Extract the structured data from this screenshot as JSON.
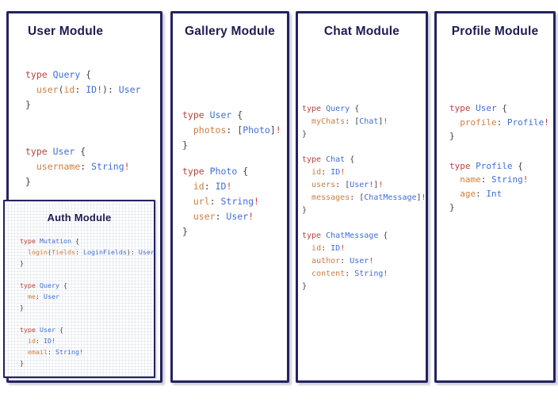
{
  "colors": {
    "page": "#ffffff",
    "border": "#23235f",
    "title": "#1c1c52",
    "keyword": "#b5443c",
    "type": "#3f6ed6",
    "field": "#cd7e3f",
    "punct": "#41434b",
    "bang": "#c43f3a"
  },
  "panels": [
    {
      "title": "User Module",
      "blocks": [
        [
          [
            {
              "c": "k",
              "t": "type "
            },
            {
              "c": "t",
              "t": "Query "
            },
            {
              "c": "p",
              "t": "{"
            }
          ],
          [
            {
              "c": "p",
              "t": "  "
            },
            {
              "c": "f",
              "t": "user"
            },
            {
              "c": "p",
              "t": "("
            },
            {
              "c": "f",
              "t": "id"
            },
            {
              "c": "p",
              "t": ": "
            },
            {
              "c": "t",
              "t": "ID"
            },
            {
              "c": "r",
              "t": "!"
            },
            {
              "c": "p",
              "t": "): "
            },
            {
              "c": "t",
              "t": "User"
            }
          ],
          [
            {
              "c": "p",
              "t": "}"
            }
          ]
        ],
        [
          [
            {
              "c": "k",
              "t": "type "
            },
            {
              "c": "t",
              "t": "User "
            },
            {
              "c": "p",
              "t": "{"
            }
          ],
          [
            {
              "c": "p",
              "t": "  "
            },
            {
              "c": "f",
              "t": "username"
            },
            {
              "c": "p",
              "t": ": "
            },
            {
              "c": "t",
              "t": "String"
            },
            {
              "c": "r",
              "t": "!"
            }
          ],
          [
            {
              "c": "p",
              "t": "}"
            }
          ]
        ]
      ]
    },
    {
      "title": "Gallery Module",
      "blocks": [
        [
          [
            {
              "c": "k",
              "t": "type "
            },
            {
              "c": "t",
              "t": "User "
            },
            {
              "c": "p",
              "t": "{"
            }
          ],
          [
            {
              "c": "p",
              "t": "  "
            },
            {
              "c": "f",
              "t": "photos"
            },
            {
              "c": "p",
              "t": ": ["
            },
            {
              "c": "t",
              "t": "Photo"
            },
            {
              "c": "p",
              "t": "]"
            },
            {
              "c": "r",
              "t": "!"
            }
          ],
          [
            {
              "c": "p",
              "t": "}"
            }
          ]
        ],
        [
          [
            {
              "c": "k",
              "t": "type "
            },
            {
              "c": "t",
              "t": "Photo "
            },
            {
              "c": "p",
              "t": "{"
            }
          ],
          [
            {
              "c": "p",
              "t": "  "
            },
            {
              "c": "f",
              "t": "id"
            },
            {
              "c": "p",
              "t": ": "
            },
            {
              "c": "t",
              "t": "ID"
            },
            {
              "c": "r",
              "t": "!"
            }
          ],
          [
            {
              "c": "p",
              "t": "  "
            },
            {
              "c": "f",
              "t": "url"
            },
            {
              "c": "p",
              "t": ": "
            },
            {
              "c": "t",
              "t": "String"
            },
            {
              "c": "r",
              "t": "!"
            }
          ],
          [
            {
              "c": "p",
              "t": "  "
            },
            {
              "c": "f",
              "t": "user"
            },
            {
              "c": "p",
              "t": ": "
            },
            {
              "c": "t",
              "t": "User"
            },
            {
              "c": "r",
              "t": "!"
            }
          ],
          [
            {
              "c": "p",
              "t": "}"
            }
          ]
        ]
      ]
    },
    {
      "title": "Chat Module",
      "blocks": [
        [
          [
            {
              "c": "k",
              "t": "type "
            },
            {
              "c": "t",
              "t": "Query "
            },
            {
              "c": "p",
              "t": "{"
            }
          ],
          [
            {
              "c": "p",
              "t": "  "
            },
            {
              "c": "f",
              "t": "myChats"
            },
            {
              "c": "p",
              "t": ": ["
            },
            {
              "c": "t",
              "t": "Chat"
            },
            {
              "c": "p",
              "t": "]"
            },
            {
              "c": "r",
              "t": "!"
            }
          ],
          [
            {
              "c": "p",
              "t": "}"
            }
          ]
        ],
        [
          [
            {
              "c": "k",
              "t": "type "
            },
            {
              "c": "t",
              "t": "Chat "
            },
            {
              "c": "p",
              "t": "{"
            }
          ],
          [
            {
              "c": "p",
              "t": "  "
            },
            {
              "c": "f",
              "t": "id"
            },
            {
              "c": "p",
              "t": ": "
            },
            {
              "c": "t",
              "t": "ID"
            },
            {
              "c": "r",
              "t": "!"
            }
          ],
          [
            {
              "c": "p",
              "t": "  "
            },
            {
              "c": "f",
              "t": "users"
            },
            {
              "c": "p",
              "t": ": ["
            },
            {
              "c": "t",
              "t": "User"
            },
            {
              "c": "r",
              "t": "!"
            },
            {
              "c": "p",
              "t": "]"
            },
            {
              "c": "r",
              "t": "!"
            }
          ],
          [
            {
              "c": "p",
              "t": "  "
            },
            {
              "c": "f",
              "t": "messages"
            },
            {
              "c": "p",
              "t": ": ["
            },
            {
              "c": "t",
              "t": "ChatMessage"
            },
            {
              "c": "p",
              "t": "]"
            },
            {
              "c": "r",
              "t": "!"
            }
          ],
          [
            {
              "c": "p",
              "t": "}"
            }
          ]
        ],
        [
          [
            {
              "c": "k",
              "t": "type "
            },
            {
              "c": "t",
              "t": "ChatMessage "
            },
            {
              "c": "p",
              "t": "{"
            }
          ],
          [
            {
              "c": "p",
              "t": "  "
            },
            {
              "c": "f",
              "t": "id"
            },
            {
              "c": "p",
              "t": ": "
            },
            {
              "c": "t",
              "t": "ID"
            },
            {
              "c": "r",
              "t": "!"
            }
          ],
          [
            {
              "c": "p",
              "t": "  "
            },
            {
              "c": "f",
              "t": "author"
            },
            {
              "c": "p",
              "t": ": "
            },
            {
              "c": "t",
              "t": "User"
            },
            {
              "c": "r",
              "t": "!"
            }
          ],
          [
            {
              "c": "p",
              "t": "  "
            },
            {
              "c": "f",
              "t": "content"
            },
            {
              "c": "p",
              "t": ": "
            },
            {
              "c": "t",
              "t": "String"
            },
            {
              "c": "r",
              "t": "!"
            }
          ],
          [
            {
              "c": "p",
              "t": "}"
            }
          ]
        ]
      ]
    },
    {
      "title": "Profile Module",
      "blocks": [
        [
          [
            {
              "c": "k",
              "t": "type "
            },
            {
              "c": "t",
              "t": "User "
            },
            {
              "c": "p",
              "t": "{"
            }
          ],
          [
            {
              "c": "p",
              "t": "  "
            },
            {
              "c": "f",
              "t": "profile"
            },
            {
              "c": "p",
              "t": ": "
            },
            {
              "c": "t",
              "t": "Profile"
            },
            {
              "c": "r",
              "t": "!"
            }
          ],
          [
            {
              "c": "p",
              "t": "}"
            }
          ]
        ],
        [
          [
            {
              "c": "k",
              "t": "type "
            },
            {
              "c": "t",
              "t": "Profile "
            },
            {
              "c": "p",
              "t": "{"
            }
          ],
          [
            {
              "c": "p",
              "t": "  "
            },
            {
              "c": "f",
              "t": "name"
            },
            {
              "c": "p",
              "t": ": "
            },
            {
              "c": "t",
              "t": "String"
            },
            {
              "c": "r",
              "t": "!"
            }
          ],
          [
            {
              "c": "p",
              "t": "  "
            },
            {
              "c": "f",
              "t": "age"
            },
            {
              "c": "p",
              "t": ": "
            },
            {
              "c": "t",
              "t": "Int"
            }
          ],
          [
            {
              "c": "p",
              "t": "}"
            }
          ]
        ]
      ]
    }
  ],
  "auth": {
    "title": "Auth Module",
    "blocks": [
      [
        [
          {
            "c": "k",
            "t": "type "
          },
          {
            "c": "t",
            "t": "Mutation "
          },
          {
            "c": "p",
            "t": "{"
          }
        ],
        [
          {
            "c": "p",
            "t": "  "
          },
          {
            "c": "f",
            "t": "login"
          },
          {
            "c": "p",
            "t": "("
          },
          {
            "c": "f",
            "t": "fields"
          },
          {
            "c": "p",
            "t": ": "
          },
          {
            "c": "t",
            "t": "LoginFields"
          },
          {
            "c": "p",
            "t": "): "
          },
          {
            "c": "t",
            "t": "User"
          }
        ],
        [
          {
            "c": "p",
            "t": "}"
          }
        ]
      ],
      [
        [
          {
            "c": "k",
            "t": "type "
          },
          {
            "c": "t",
            "t": "Query "
          },
          {
            "c": "p",
            "t": "{"
          }
        ],
        [
          {
            "c": "p",
            "t": "  "
          },
          {
            "c": "f",
            "t": "me"
          },
          {
            "c": "p",
            "t": ": "
          },
          {
            "c": "t",
            "t": "User"
          }
        ],
        [
          {
            "c": "p",
            "t": "}"
          }
        ]
      ],
      [
        [
          {
            "c": "k",
            "t": "type "
          },
          {
            "c": "t",
            "t": "User "
          },
          {
            "c": "p",
            "t": "{"
          }
        ],
        [
          {
            "c": "p",
            "t": "  "
          },
          {
            "c": "f",
            "t": "id"
          },
          {
            "c": "p",
            "t": ": "
          },
          {
            "c": "t",
            "t": "ID"
          },
          {
            "c": "r",
            "t": "!"
          }
        ],
        [
          {
            "c": "p",
            "t": "  "
          },
          {
            "c": "f",
            "t": "email"
          },
          {
            "c": "p",
            "t": ": "
          },
          {
            "c": "t",
            "t": "String"
          },
          {
            "c": "r",
            "t": "!"
          }
        ],
        [
          {
            "c": "p",
            "t": "}"
          }
        ]
      ]
    ]
  }
}
